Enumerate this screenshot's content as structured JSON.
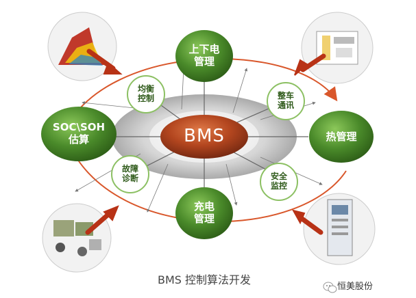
{
  "core": {
    "label": "BMS"
  },
  "nodes": {
    "power": "上下电\n管理",
    "thermal": "热管理",
    "charge": "充电\n管理",
    "soc": "SOC\\SOH\n估算"
  },
  "sub_nodes": {
    "balance": "均衡\n控制",
    "vehicle_comm": "整车\n通讯",
    "fault_diag": "故障\n诊断",
    "safety": "安全\n监控"
  },
  "caption": "BMS 控制算法开发",
  "brand": {
    "name": "恒美股份",
    "icon": "wechat-icon"
  },
  "colors": {
    "node_green": "#4a8a2a",
    "core_red": "#a03a1c",
    "ring_arrow": "#d9572b",
    "ring_gray": "#b8b8b8",
    "sub_border": "#8cc063"
  }
}
